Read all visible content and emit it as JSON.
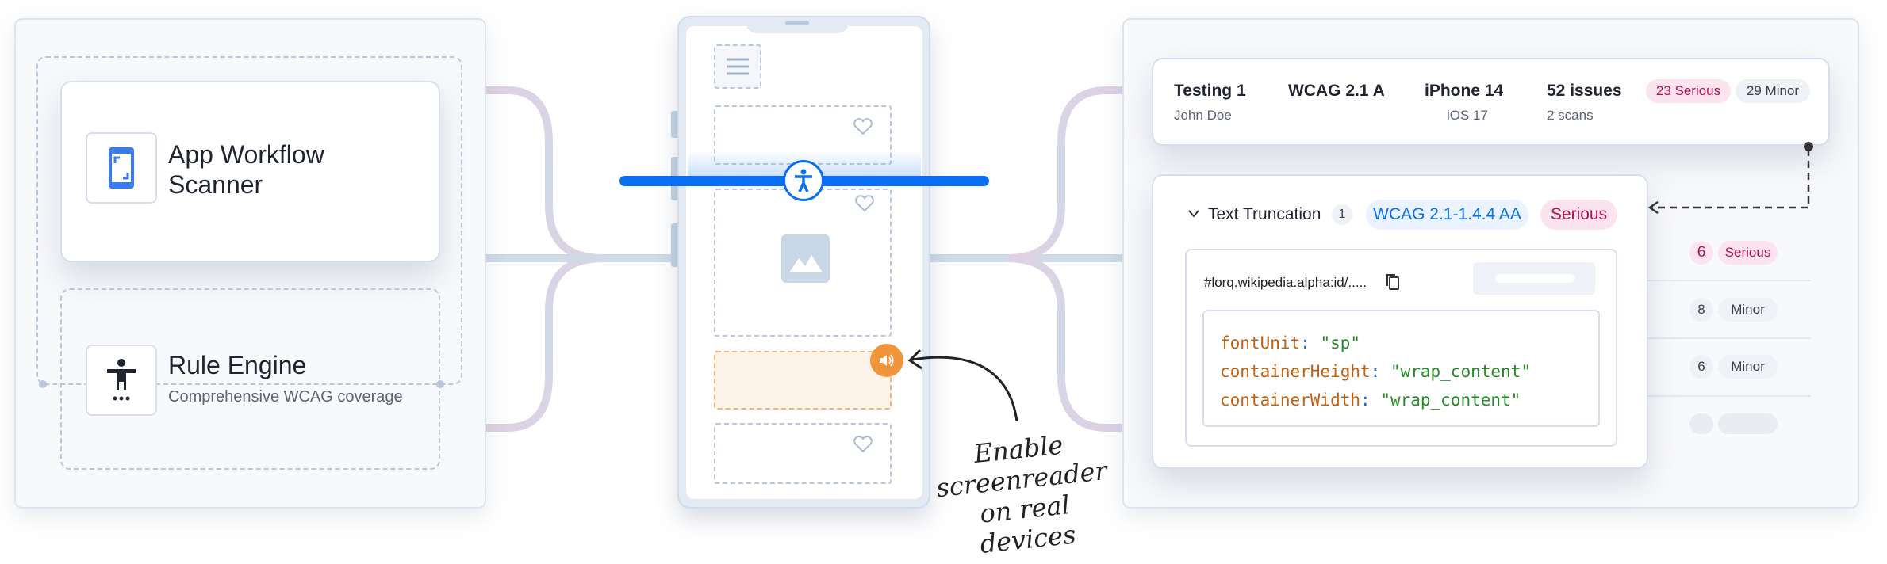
{
  "left_panel": {
    "scanner": {
      "title_line1": "App Workflow",
      "title_line2": "Scanner",
      "icon": "phone-scan-icon"
    },
    "rule_engine": {
      "title": "Rule Engine",
      "subtitle": "Comprehensive WCAG coverage",
      "icon": "accessibility-person-icon"
    }
  },
  "phone": {
    "accent": "#0a6ef0",
    "speaker_color": "#f0953a",
    "annotation": [
      "Enable",
      "screenreader",
      "on real devices"
    ]
  },
  "summary": {
    "name": "Testing 1",
    "owner": "John Doe",
    "standard": "WCAG 2.1 A",
    "device": "iPhone 14",
    "os": "iOS 17",
    "issues": "52 issues",
    "scans": "2 scans",
    "serious": "23 Serious",
    "minor": "29 Minor"
  },
  "issue": {
    "title": "Text Truncation",
    "count": "1",
    "criterion": "WCAG 2.1-1.4.4 AA",
    "severity": "Serious",
    "selector": "#lorq.wikipedia.alpha:id/.....",
    "code": [
      {
        "key": "fontUnit",
        "value": "\"sp\""
      },
      {
        "key": "containerHeight",
        "value": "\"wrap_content\""
      },
      {
        "key": "containerWidth",
        "value": "\"wrap_content\""
      }
    ]
  },
  "side_list": [
    {
      "count": "6",
      "severity": "Serious"
    },
    {
      "count": "8",
      "severity": "Minor"
    },
    {
      "count": "6",
      "severity": "Minor"
    }
  ],
  "colors": {
    "serious_bg": "#fce4ef",
    "serious_text": "#b3124f",
    "minor_bg": "#eef1f5",
    "wcag_bg": "#eaf3ff",
    "wcag_text": "#0a6ef0"
  }
}
